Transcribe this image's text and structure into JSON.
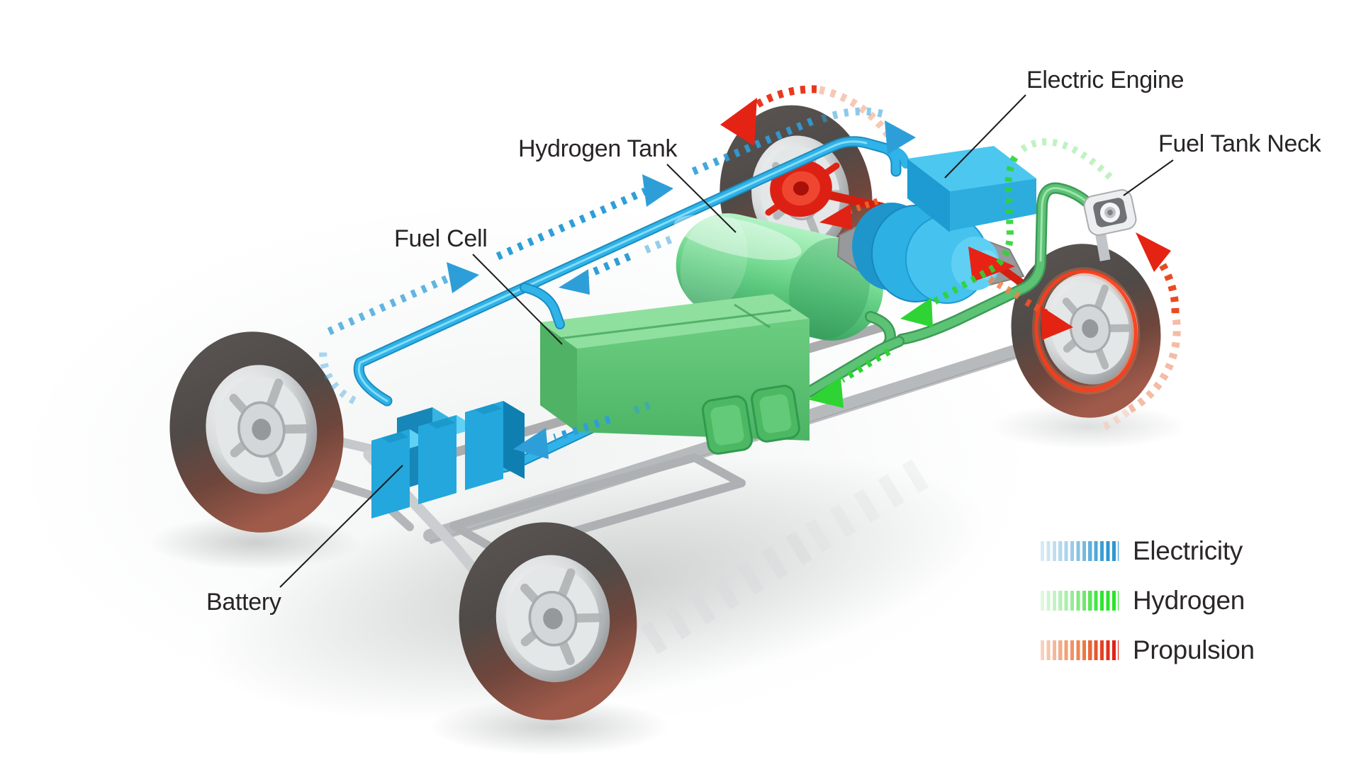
{
  "labels": {
    "electric_engine": "Electric Engine",
    "fuel_tank_neck": "Fuel Tank Neck",
    "hydrogen_tank": "Hydrogen Tank",
    "fuel_cell": "Fuel Cell",
    "battery": "Battery"
  },
  "legend": {
    "items": [
      {
        "id": "electricity",
        "label": "Electricity",
        "color": "#2f96d2",
        "light": "#d9ebf7"
      },
      {
        "id": "hydrogen",
        "label": "Hydrogen",
        "color": "#2ce32c",
        "light": "#e2f8e2"
      },
      {
        "id": "propulsion",
        "label": "Propulsion",
        "color": "#df2314",
        "light": "#f9d5c4"
      }
    ]
  },
  "palette": {
    "electricity_blue": "#2fb3e8",
    "hydrogen_green": "#2ed433",
    "propulsion_red": "#e42312",
    "component_blue": "#29a8dc",
    "component_green": "#6fcf85",
    "chassis_gray": "#b5b8ba",
    "tire_dark": "#4f4a47",
    "tire_rust": "#a05a4a",
    "text_color": "#282425"
  }
}
